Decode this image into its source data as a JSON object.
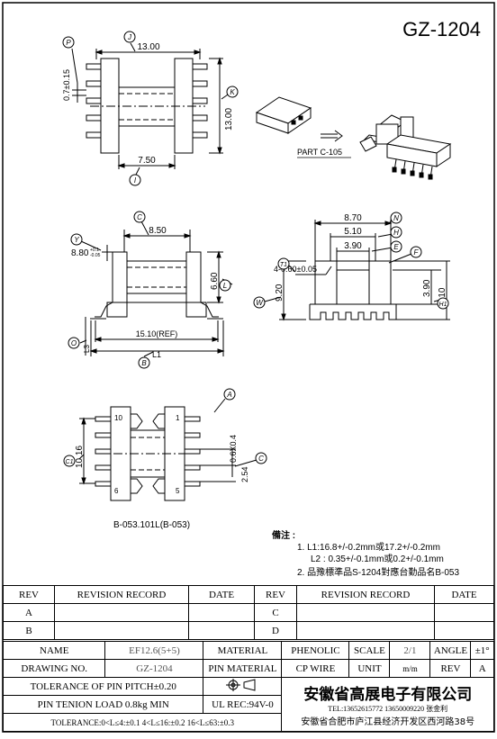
{
  "title": "GZ-1204",
  "views": {
    "top": {
      "J": "13.00",
      "P": "0.7±0.15",
      "K": "13.00",
      "I": "7.50"
    },
    "side": {
      "C": "8.50",
      "Y_val": "8.80",
      "Y_tol": "+0.1\n-0.05",
      "L": "6.60",
      "ref": "15.10(REF)",
      "L1": "L1",
      "L3": "L3"
    },
    "end": {
      "N": "8.70",
      "H": "5.10",
      "E": "3.90",
      "T": "4-0.60±0.05",
      "W": "9.20",
      "F_val": "3.90",
      "H1_val": "5.10"
    },
    "pins": {
      "pitch": "2.54",
      "pin_size": "0.6X0.4",
      "span": "10.16",
      "pin10": "10",
      "pin6": "6",
      "pin1": "1",
      "pin5": "5"
    },
    "part_label": "PART  C-105",
    "caption": "B-053.101L(B-053)"
  },
  "balloons": {
    "J": "J",
    "P": "P",
    "K": "K",
    "I": "I",
    "C": "C",
    "Y": "Y",
    "L": "L",
    "O": "O",
    "B": "B",
    "N": "N",
    "H": "H",
    "E": "E",
    "F": "F",
    "T1": "T1",
    "W": "W",
    "H1": "H1",
    "A": "A",
    "C2": "C",
    "C1": "C1"
  },
  "notes": {
    "heading": "備注 :",
    "line1": "1. L1:16.8+/-0.2mm或17.2+/-0.2mm",
    "line2": "L2 : 0.35+/-0.1mm或0.2+/-0.1mm",
    "line3": "2. 品豫標準品S-1204對應台勤品名B-053"
  },
  "revision_table": {
    "headers": [
      "REV",
      "REVISION RECORD",
      "DATE",
      "REV",
      "REVISION RECORD",
      "DATE"
    ],
    "rows": [
      [
        "A",
        "",
        "",
        "C",
        "",
        ""
      ],
      [
        "B",
        "",
        "",
        "D",
        "",
        ""
      ]
    ]
  },
  "title_block": {
    "name_label": "NAME",
    "name_value": "EF12.6(5+5)",
    "material_label": "MATERIAL",
    "material_value": "PHENOLIC",
    "scale_label": "SCALE",
    "scale_value": "2/1",
    "angle_label": "ANGLE",
    "angle_value": "±1°",
    "drawing_no_label": "DRAWING NO.",
    "drawing_no_value": "GZ-1204",
    "pin_material_label": "PIN MATERIAL",
    "pin_material_value": "CP WIRE",
    "unit_label": "UNIT",
    "unit_value": "m/m",
    "rev_label": "REV",
    "rev_value": "A",
    "tol_pitch": "TOLERANCE OF PIN PITCH±0.20",
    "pin_load": "PIN TENION LOAD 0.8kg MIN",
    "ul_rec": "UL REC:94V-0",
    "tolerance": "TOLERANCE:0<L≤4:±0.1  4<L≤16:±0.2  16<L≤63:±0.3",
    "company": "安徽省高展电子有限公司",
    "tel": "TEL:13652615772 13650009220 张金利",
    "address": "安徽省合肥市庐江县经济开发区西河路38号"
  }
}
